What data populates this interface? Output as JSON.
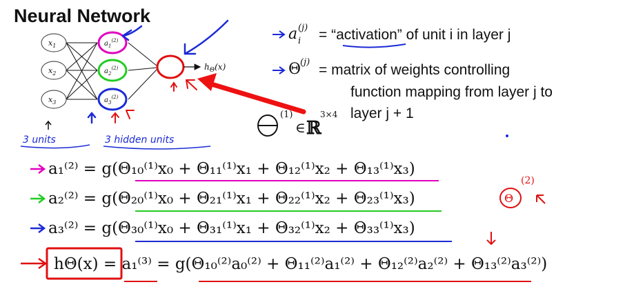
{
  "slide": {
    "title": "Neural Network"
  },
  "network": {
    "input_nodes": [
      "x1",
      "x2",
      "x3"
    ],
    "hidden_nodes": [
      "a1(2)",
      "a2(2)",
      "a3(2)"
    ],
    "output_label": "hΘ(x)"
  },
  "definitions": {
    "activation": {
      "lhs": "a",
      "sub": "i",
      "sup": "(j)",
      "text": "= “activation” of unit i in layer j"
    },
    "theta": {
      "lhs": "Θ",
      "sup": "(j)",
      "line1": "= matrix of weights controlling",
      "line2": "function mapping from layer j to",
      "line3": "layer j + 1"
    }
  },
  "annotations": {
    "input_units": "3 units",
    "hidden_units": "3 hidden units",
    "theta_dim_sup": "(1)",
    "theta_dim_space": "3×4",
    "theta2": "Θ",
    "theta2_sup": "(2)"
  },
  "equations": [
    "a₁⁽²⁾ = g(Θ₁₀⁽¹⁾x₀ + Θ₁₁⁽¹⁾x₁ + Θ₁₂⁽¹⁾x₂ + Θ₁₃⁽¹⁾x₃)",
    "a₂⁽²⁾ = g(Θ₂₀⁽¹⁾x₀ + Θ₂₁⁽¹⁾x₁ + Θ₂₂⁽¹⁾x₂ + Θ₂₃⁽¹⁾x₃)",
    "a₃⁽²⁾ = g(Θ₃₀⁽¹⁾x₀ + Θ₃₁⁽¹⁾x₁ + Θ₃₂⁽¹⁾x₂ + Θ₃₃⁽¹⁾x₃)",
    "hΘ(x) = a₁⁽³⁾ = g(Θ₁₀⁽²⁾a₀⁽²⁾ + Θ₁₁⁽²⁾a₁⁽²⁾ + Θ₁₂⁽²⁾a₂⁽²⁾ + Θ₁₃⁽²⁾a₃⁽²⁾)"
  ],
  "colors": {
    "pink": "#e000c0",
    "green": "#22cc22",
    "blue": "#1a2ad6",
    "red": "#e01010",
    "arrow_red": "#ee1111"
  }
}
